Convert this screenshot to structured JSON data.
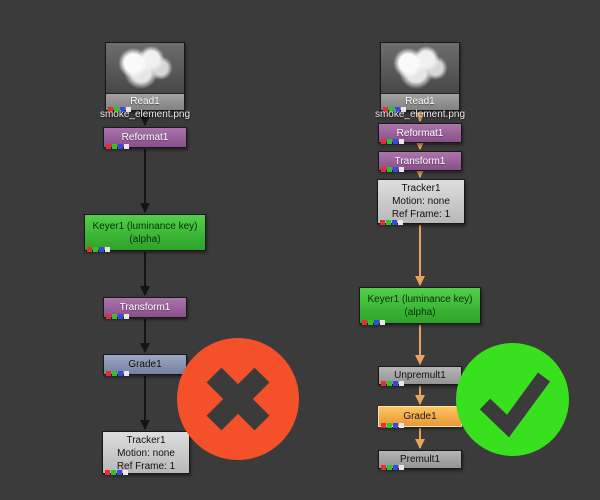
{
  "left_graph": {
    "verdict": "wrong",
    "read": {
      "title": "Read1",
      "filename": "smoke_element.png"
    },
    "reformat": {
      "label": "Reformat1"
    },
    "keyer": {
      "line1": "Keyer1 (luminance key)",
      "line2": "(alpha)"
    },
    "transform": {
      "label": "Transform1"
    },
    "grade": {
      "label": "Grade1"
    },
    "tracker": {
      "line1": "Tracker1",
      "line2": "Motion: none",
      "line3": "Ref Frame: 1"
    }
  },
  "right_graph": {
    "verdict": "correct",
    "read": {
      "title": "Read1",
      "filename": "smoke_element.png"
    },
    "reformat": {
      "label": "Reformat1"
    },
    "transform": {
      "label": "Transform1"
    },
    "tracker": {
      "line1": "Tracker1",
      "line2": "Motion: none",
      "line3": "Ref Frame: 1"
    },
    "keyer": {
      "line1": "Keyer1 (luminance key)",
      "line2": "(alpha)"
    },
    "unpremult": {
      "label": "Unpremult1"
    },
    "grade": {
      "label": "Grade1"
    },
    "premult": {
      "label": "Premult1"
    }
  },
  "colors": {
    "background": "#3b3b3b",
    "node_purple": "#9a5f9a",
    "node_keyer": "#35c02f",
    "node_grade": "#8290b0",
    "node_grade_selected": "#f0a23c",
    "node_tracker": "#cccccc",
    "node_gray": "#a8a8a8",
    "arrow_left": "#141414",
    "arrow_right": "#e8a45c",
    "wrong_icon": "#f4502a",
    "correct_icon": "#38e01e",
    "cutout": "#3b3b3b"
  }
}
